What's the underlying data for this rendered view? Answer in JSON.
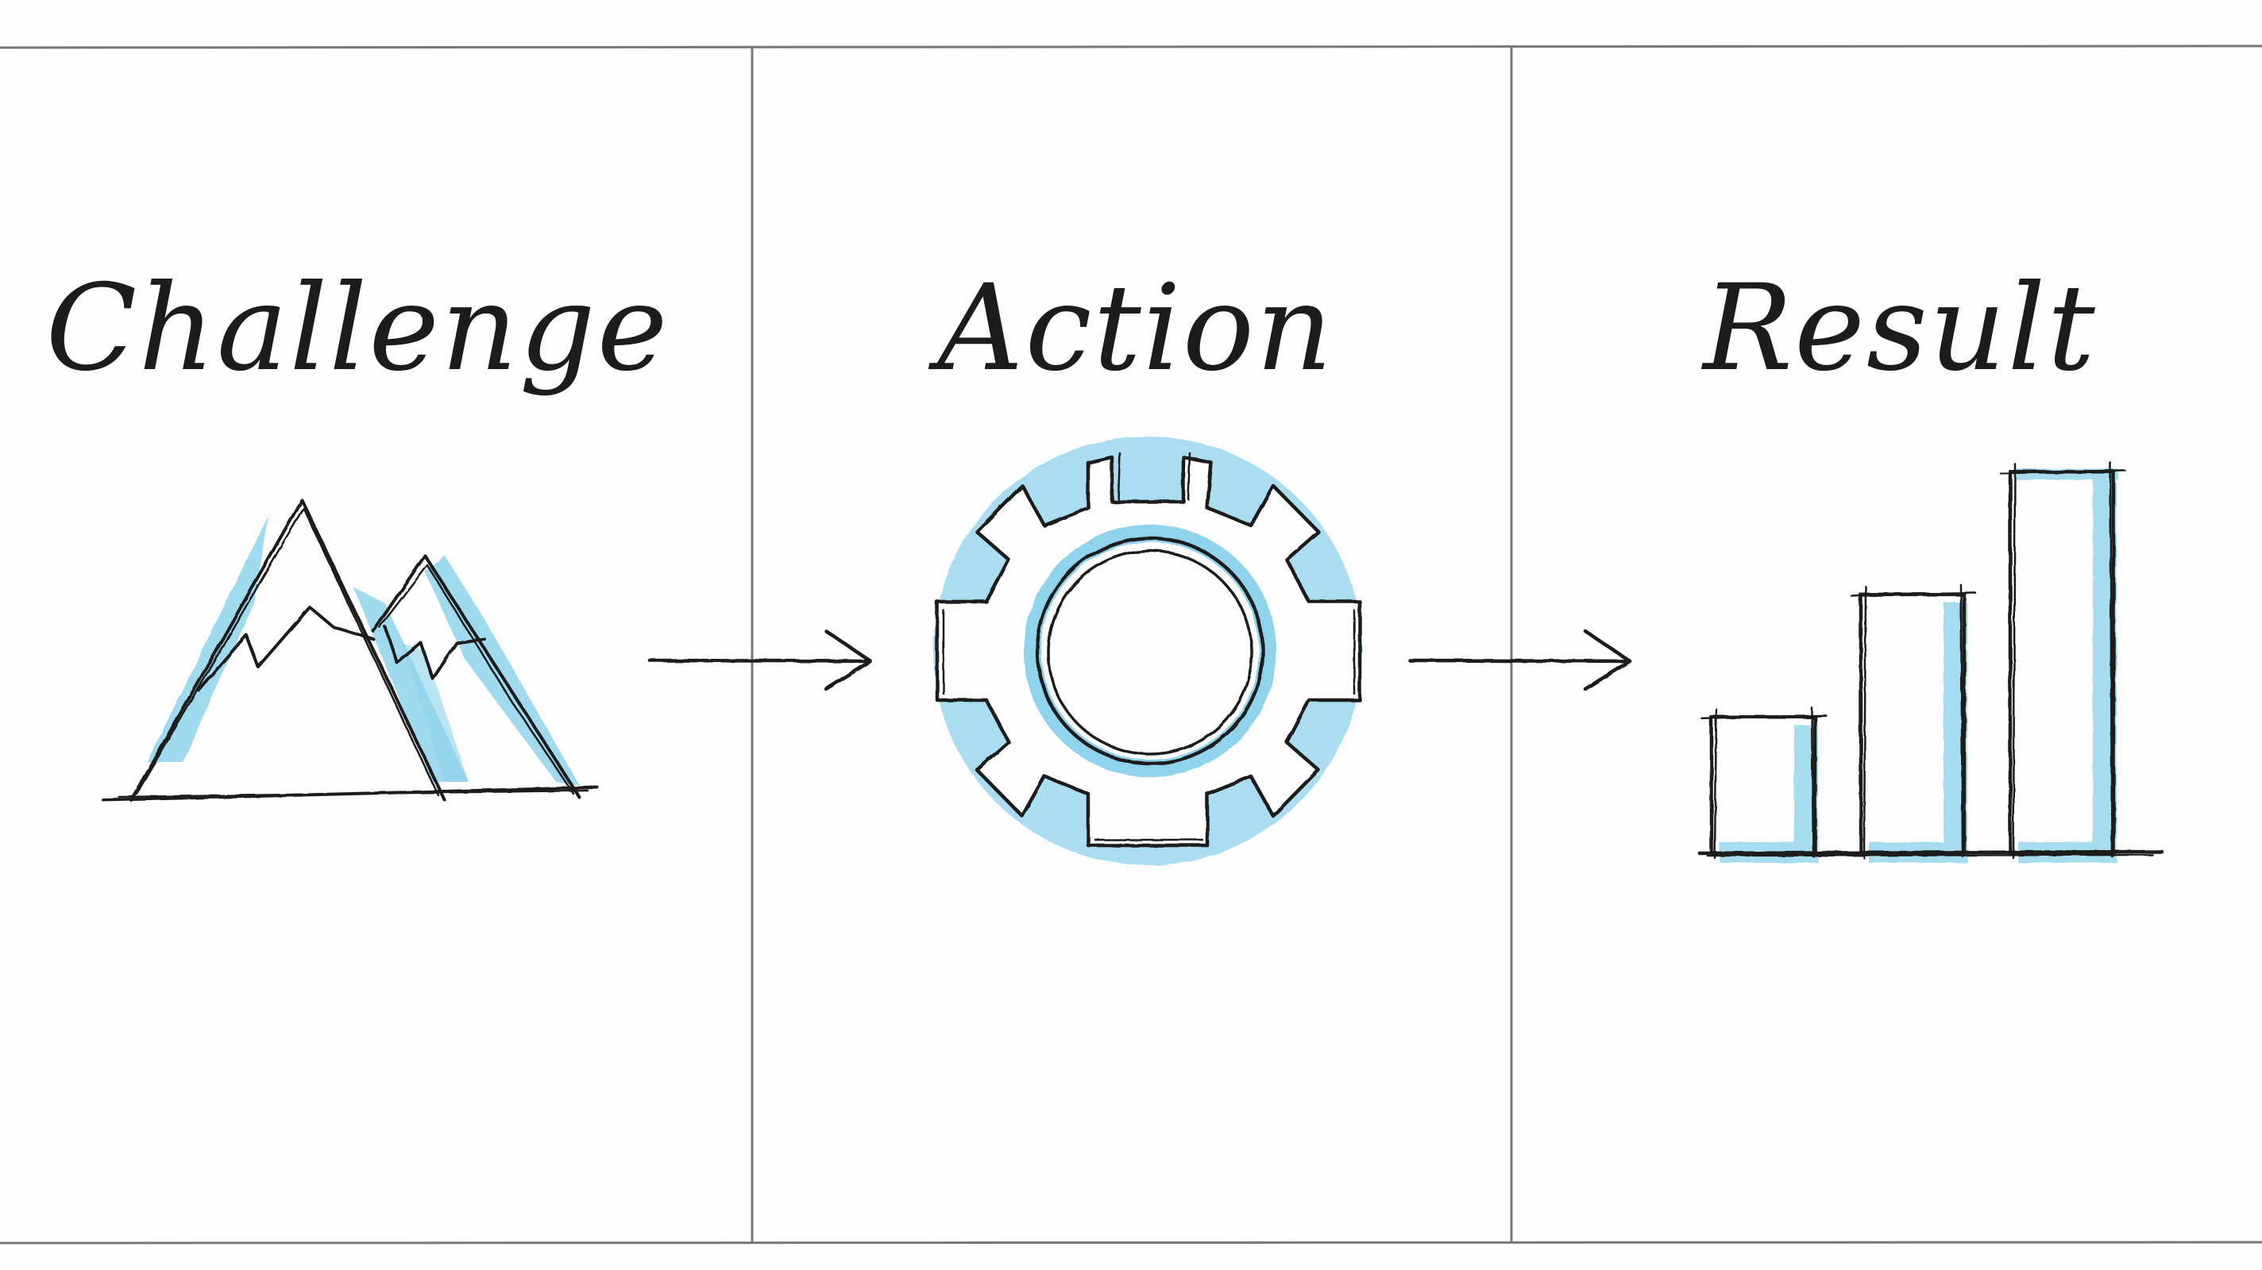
{
  "panels": [
    {
      "title": "Challenge",
      "icon": "mountain-icon"
    },
    {
      "title": "Action",
      "icon": "gear-icon"
    },
    {
      "title": "Result",
      "icon": "bar-chart-icon"
    }
  ],
  "connectors": [
    "arrow-right-icon",
    "arrow-right-icon"
  ],
  "chart_data": {
    "type": "bar",
    "categories": [
      "",
      "",
      ""
    ],
    "values": [
      1,
      1.9,
      2.8
    ],
    "ylim": [
      0,
      3
    ],
    "xlabel": "",
    "ylabel": "",
    "grid": false
  },
  "colors": {
    "ink": "#1c1c1c",
    "accent": "#8fd3ec",
    "frame": "#777777",
    "paper": "#fdfdfd"
  }
}
